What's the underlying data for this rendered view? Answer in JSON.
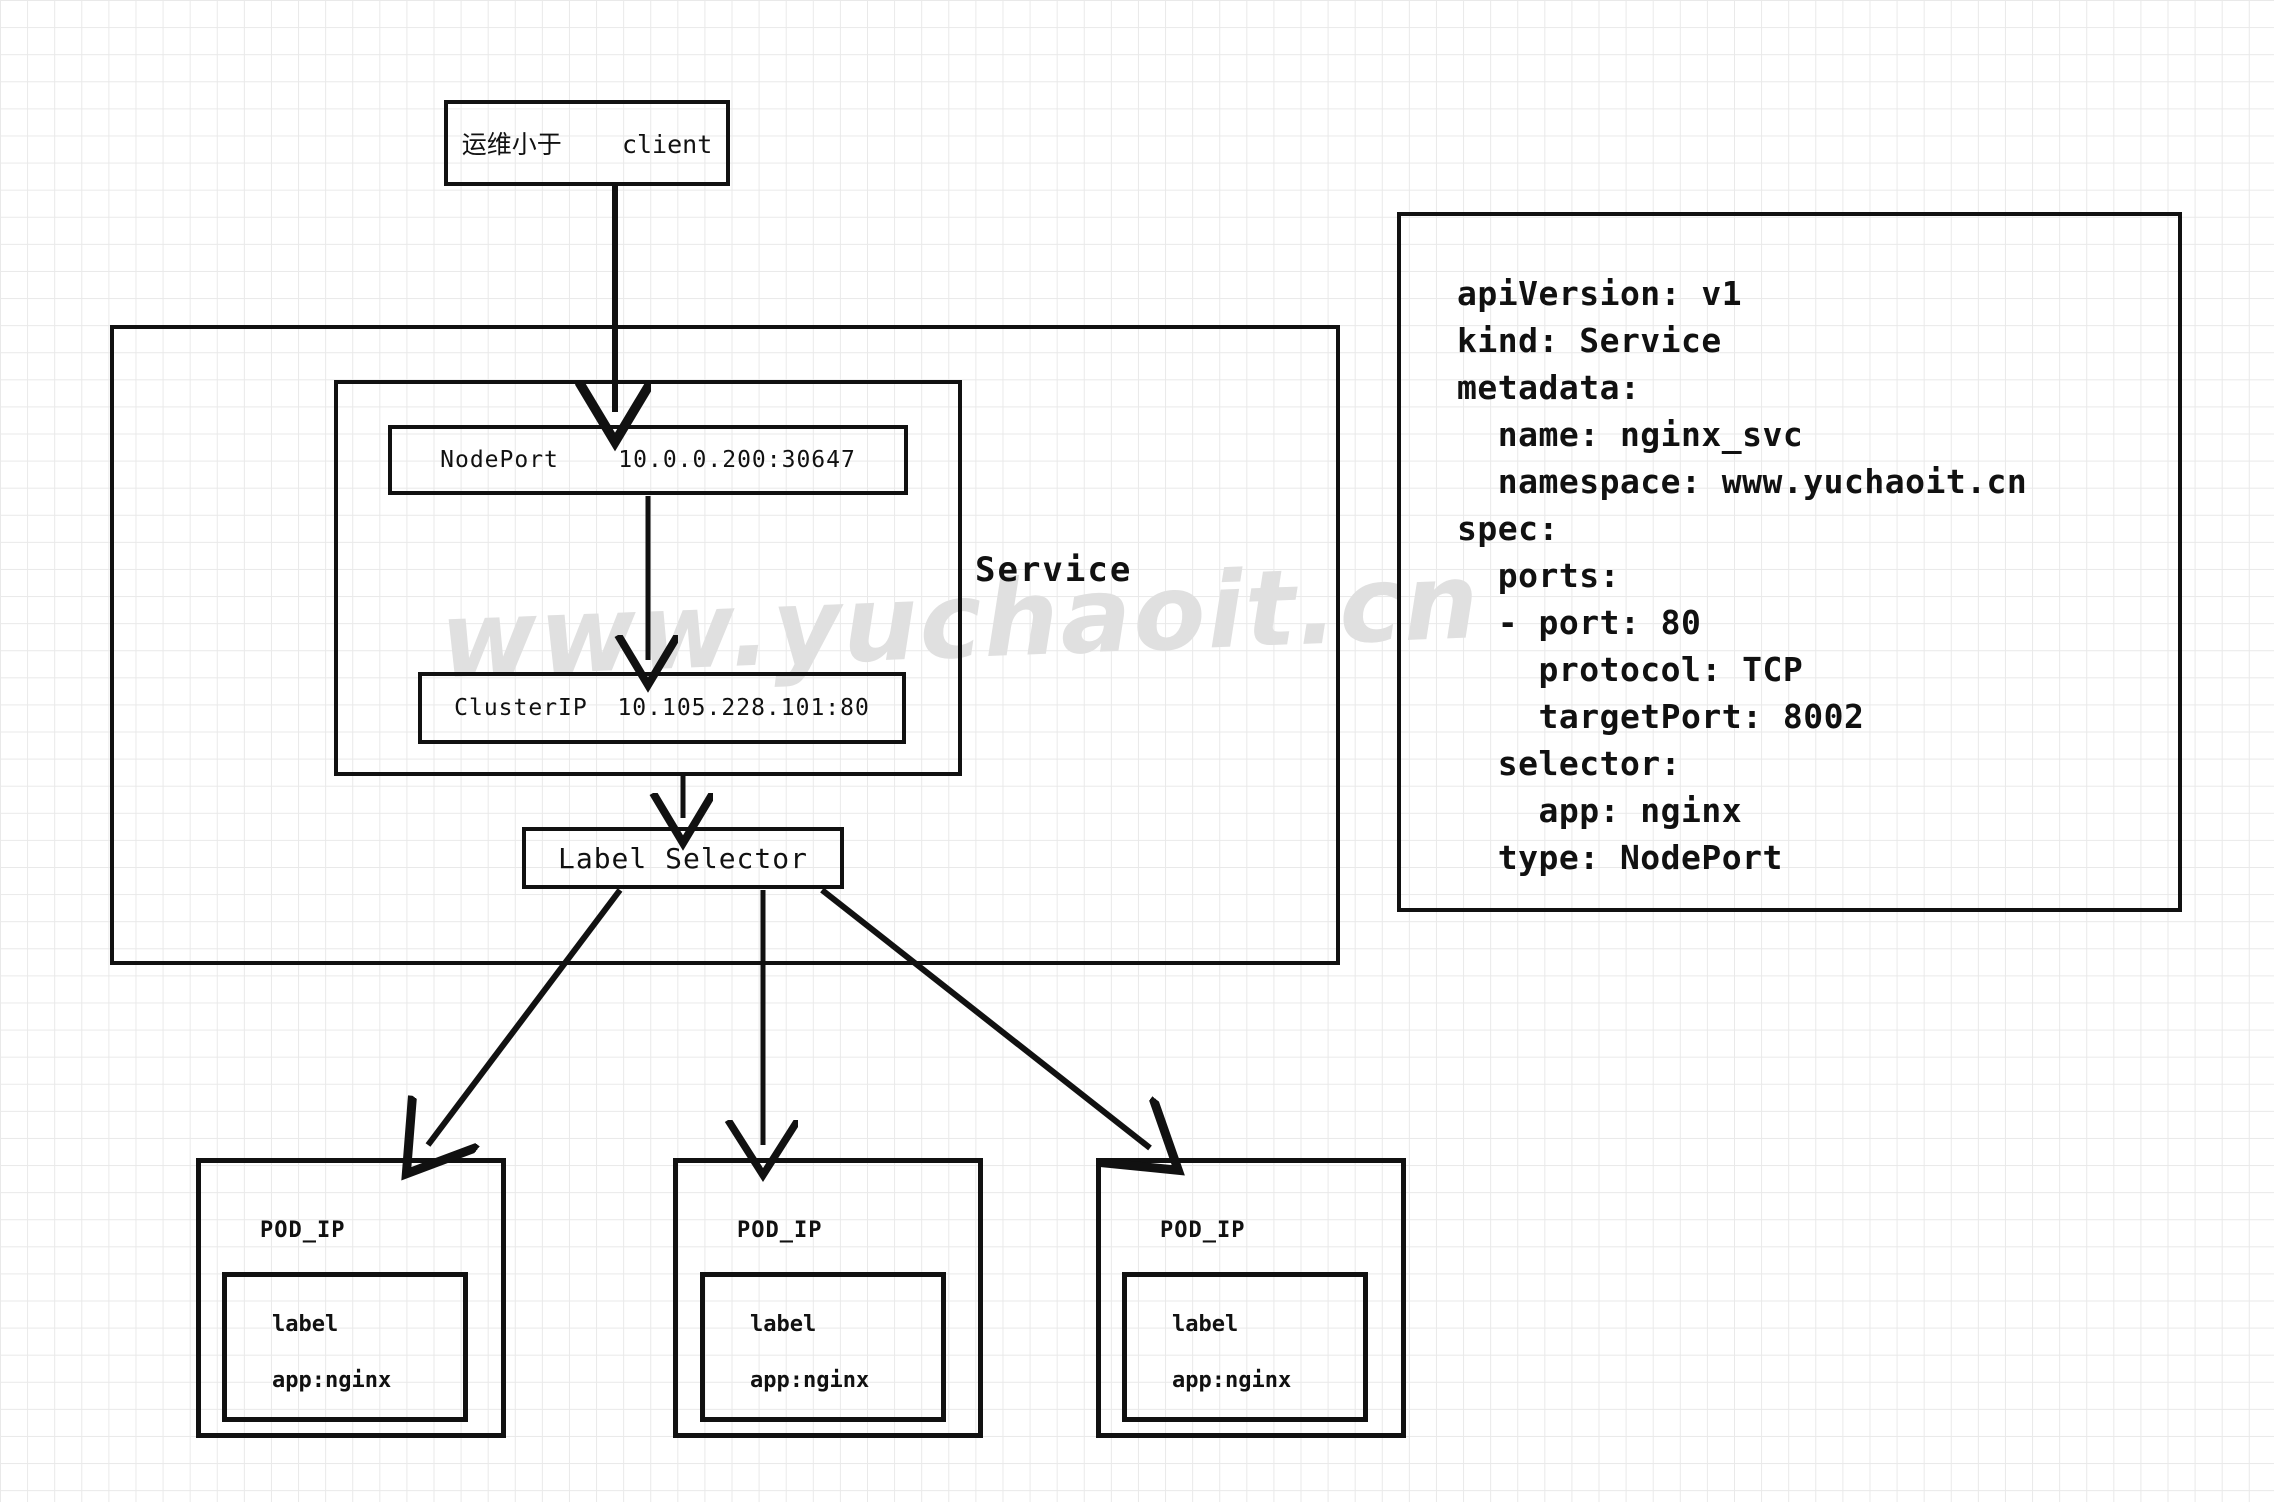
{
  "diagram": {
    "title_watermark": "www.yuchaoit.cn",
    "client": {
      "label": "运维小于    client"
    },
    "service": {
      "label": "Service",
      "nodeport": {
        "kind": "NodePort",
        "address": "10.0.0.200:30647",
        "text": "NodePort    10.0.0.200:30647"
      },
      "clusterip": {
        "kind": "ClusterIP",
        "address": "10.105.228.101:80",
        "text": "ClusterIP  10.105.228.101:80"
      },
      "selector": {
        "label": "Label Selector"
      }
    },
    "pods": [
      {
        "title": "POD_IP",
        "label_title": "label",
        "label_value": "app:nginx"
      },
      {
        "title": "POD_IP",
        "label_title": "label",
        "label_value": "app:nginx"
      },
      {
        "title": "POD_IP",
        "label_title": "label",
        "label_value": "app:nginx"
      }
    ],
    "manifest": {
      "text": "apiVersion: v1\nkind: Service\nmetadata:\n  name: nginx_svc\n  namespace: www.yuchaoit.cn\nspec:\n  ports:\n  - port: 80\n    protocol: TCP\n    targetPort: 8002\n  selector:\n    app: nginx\n  type: NodePort",
      "lines": [
        "apiVersion: v1",
        "kind: Service",
        "metadata:",
        "  name: nginx_svc",
        "  namespace: www.yuchaoit.cn",
        "spec:",
        "  ports:",
        "  - port: 80",
        "    protocol: TCP",
        "    targetPort: 8002",
        "  selector:",
        "    app: nginx",
        "  type: NodePort"
      ],
      "apiVersion": "v1",
      "kind": "Service",
      "metadata_name": "nginx_svc",
      "metadata_namespace": "www.yuchaoit.cn",
      "spec_port": "80",
      "spec_protocol": "TCP",
      "spec_targetPort": "8002",
      "spec_selector_app": "nginx",
      "spec_type": "NodePort"
    },
    "colors": {
      "stroke": "#111111",
      "grid": "#e9e9e9",
      "watermark": "#e0e0e0",
      "background": "#ffffff"
    }
  }
}
